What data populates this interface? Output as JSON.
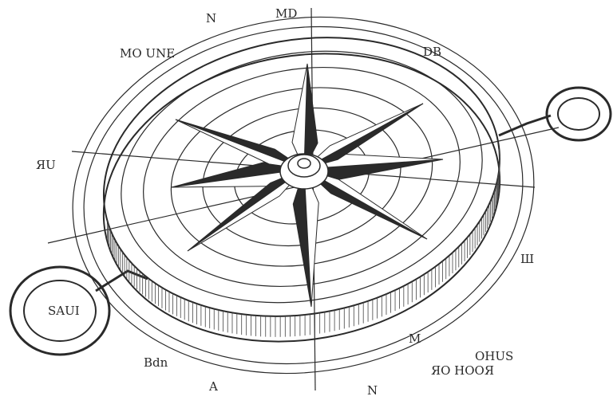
{
  "image": {
    "subject": "compass-sketch",
    "colors": {
      "ink": "#2a2a2a",
      "paper": "#ffffff",
      "shade": "#5a5a5a"
    },
    "ring_glyphs": [
      "MO UNE",
      "N",
      "MD",
      "DB",
      "ЯU",
      "Ш",
      "SAUI",
      "Bdn",
      "N",
      "A",
      "ЯO HOOЯ",
      "OHUS",
      "M"
    ]
  }
}
